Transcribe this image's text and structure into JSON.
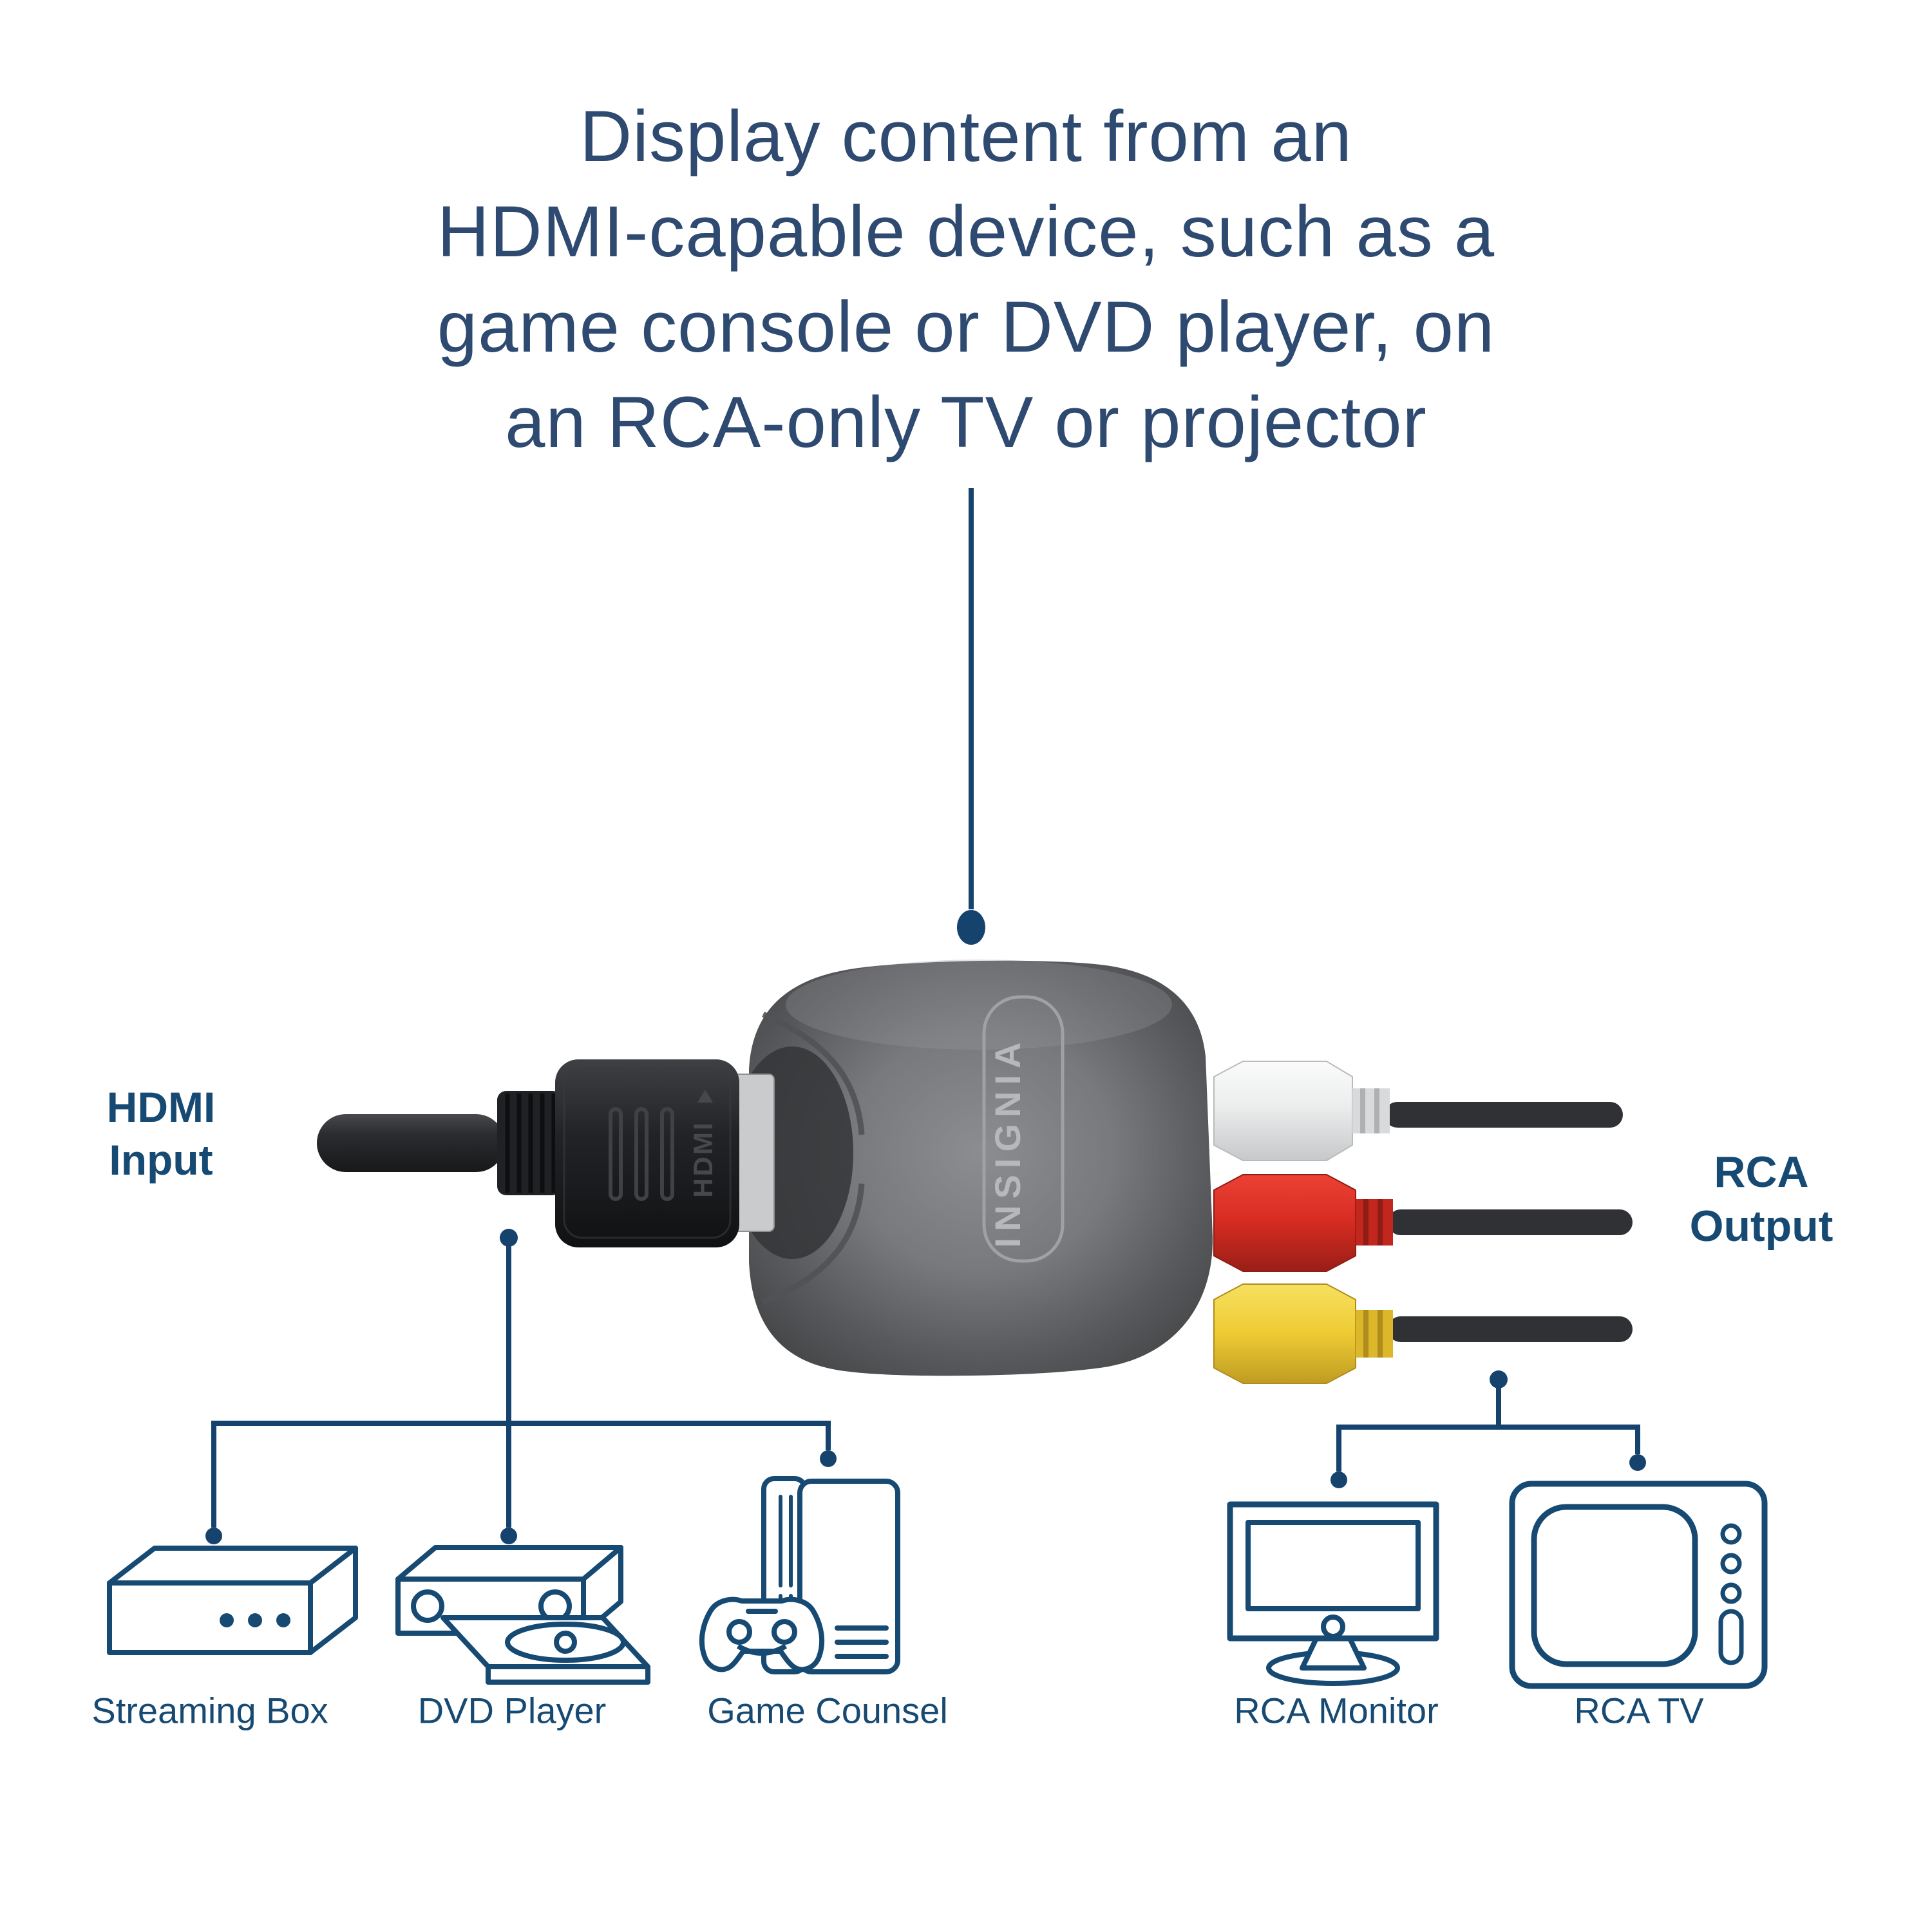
{
  "headline": {
    "lines": [
      "Display content from an",
      "HDMI-capable device, such as a",
      "game console or DVD player, on",
      "an RCA-only TV or projector"
    ]
  },
  "device": {
    "brand": "INSIGNIA",
    "hdmi_connector_label": "HDMI"
  },
  "io_labels": {
    "input": {
      "line1": "HDMI",
      "line2": "Input"
    },
    "output": {
      "line1": "RCA",
      "line2": "Output"
    }
  },
  "sources": [
    {
      "label": "Streaming Box"
    },
    {
      "label": "DVD Player"
    },
    {
      "label": "Game Counsel"
    }
  ],
  "displays": [
    {
      "label": "RCA Monitor"
    },
    {
      "label": "RCA TV"
    }
  ],
  "colors": {
    "background": "#ffffff",
    "headline_navy": "#2e4a70",
    "label_navy": "#174a73",
    "line_navy": "#15436e",
    "icon_navy": "#174a73",
    "device_gray": "#77797c",
    "device_gray_dark": "#464749",
    "badge_gray": "#b6b8bb",
    "hdmi_black": "#222326",
    "cable_black": "#2b2c2f",
    "metal_silver": "#c9cbcd",
    "rca_white": "#eceded",
    "rca_red": "#d52b21",
    "rca_yellow": "#eecb33",
    "rca_cable": "#303134"
  }
}
